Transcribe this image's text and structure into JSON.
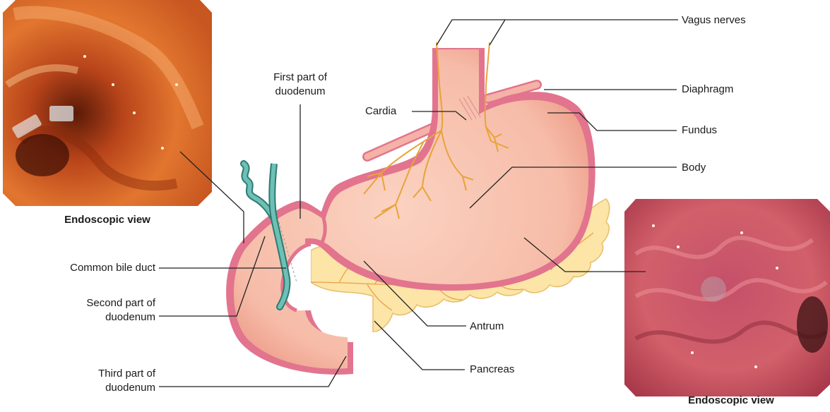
{
  "labels": {
    "vagus_nerves": "Vagus nerves",
    "diaphragm": "Diaphragm",
    "fundus": "Fundus",
    "body": "Body",
    "cardia": "Cardia",
    "first_part_line1": "First part of",
    "first_part_line2": "duodenum",
    "common_bile_duct": "Common bile duct",
    "second_part_line1": "Second part of",
    "second_part_line2": "duodenum",
    "third_part_line1": "Third part of",
    "third_part_line2": "duodenum",
    "antrum": "Antrum",
    "pancreas": "Pancreas"
  },
  "captions": {
    "left_photo": "Endoscopic view",
    "right_photo": "Endoscopic view"
  },
  "colors": {
    "stomach_fill": "#f8c4b4",
    "stomach_rim": "#e2748e",
    "pancreas_fill": "#fce5a6",
    "nerve": "#e8a33a",
    "bile_duct": "#4fa39a",
    "leader_line": "#222222"
  }
}
